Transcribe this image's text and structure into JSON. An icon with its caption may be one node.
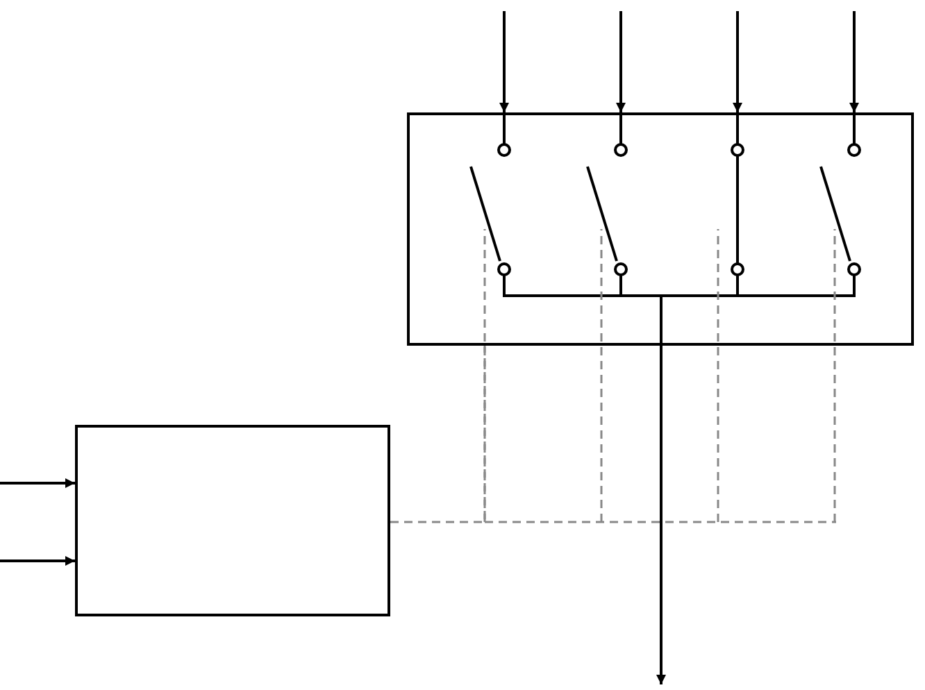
{
  "diagram": {
    "nodes": [
      {
        "text": [],
        "shape": "box"
      },
      {
        "text": [],
        "shape": "box"
      }
    ],
    "edges": [
      {
        "from": null,
        "to": 0,
        "arrow": "to"
      },
      {
        "from": null,
        "to": 0,
        "arrow": "to"
      },
      {
        "from": null,
        "to": 0,
        "arrow": "to"
      },
      {
        "from": null,
        "to": 0,
        "arrow": "to"
      },
      {
        "from": 0,
        "to": null,
        "arrow": "to"
      },
      {
        "from": null,
        "to": 1,
        "arrow": "to"
      },
      {
        "from": null,
        "to": 1,
        "arrow": "to"
      },
      {
        "from": 1,
        "to": 0,
        "arrow": "none",
        "style": "dashed",
        "color": "#888888"
      }
    ]
  }
}
